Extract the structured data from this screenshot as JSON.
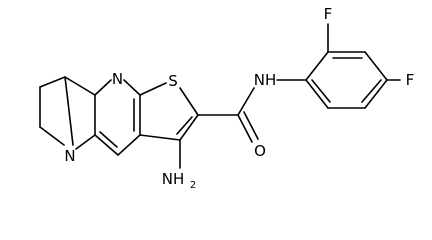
{
  "molecule": {
    "atom_labels": {
      "n_pyridine": "N",
      "s_thiophene": "S",
      "n_bridgehead": "N",
      "amide_nh": "NH",
      "amide_o": "O",
      "amino_n": "NH",
      "amino_sub": "2",
      "f_ortho": "F",
      "f_para": "F"
    }
  }
}
